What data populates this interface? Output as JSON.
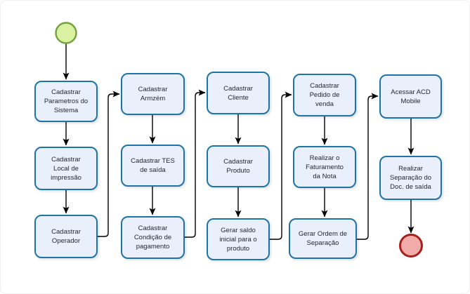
{
  "diagram": {
    "type": "flowchart",
    "start_event": {
      "id": "start",
      "shape": "circle"
    },
    "end_event": {
      "id": "end",
      "shape": "circle"
    },
    "nodes": [
      {
        "id": "n1",
        "label": "Cadastrar\nParametros do\nSistema"
      },
      {
        "id": "n2",
        "label": "Cadastrar\nLocal de\nimpressão"
      },
      {
        "id": "n3",
        "label": "Cadastrar\nOperador"
      },
      {
        "id": "n4",
        "label": "Cadastrar\nArmzém"
      },
      {
        "id": "n5",
        "label": "Cadastrar TES\nde saída"
      },
      {
        "id": "n6",
        "label": "Cadastrar\nCondição de\npagamento"
      },
      {
        "id": "n7",
        "label": "Cadastrar\nCliente"
      },
      {
        "id": "n8",
        "label": "Cadastrar\nProduto"
      },
      {
        "id": "n9",
        "label": "Gerar saldo\ninicial para o\nproduto"
      },
      {
        "id": "n10",
        "label": "Cadastrar\nPedido de\nvenda"
      },
      {
        "id": "n11",
        "label": "Realizar o\nFaturamento\nda Nota"
      },
      {
        "id": "n12",
        "label": "Gerar Ordem de\nSeparação"
      },
      {
        "id": "n13",
        "label": "Acessar ACD\nMobile"
      },
      {
        "id": "n14",
        "label": "Realizar\nSeparação do\nDoc. de saída"
      }
    ],
    "edges": [
      {
        "from": "start",
        "to": "n1"
      },
      {
        "from": "n1",
        "to": "n2"
      },
      {
        "from": "n2",
        "to": "n3"
      },
      {
        "from": "n3",
        "to": "n4"
      },
      {
        "from": "n4",
        "to": "n5"
      },
      {
        "from": "n5",
        "to": "n6"
      },
      {
        "from": "n6",
        "to": "n7"
      },
      {
        "from": "n7",
        "to": "n8"
      },
      {
        "from": "n8",
        "to": "n9"
      },
      {
        "from": "n9",
        "to": "n10"
      },
      {
        "from": "n10",
        "to": "n11"
      },
      {
        "from": "n11",
        "to": "n12"
      },
      {
        "from": "n12",
        "to": "n13"
      },
      {
        "from": "n13",
        "to": "n14"
      },
      {
        "from": "n14",
        "to": "end"
      }
    ],
    "colors": {
      "task_fill": "#eaf0fb",
      "task_border": "#1e73a8",
      "start_fill": "#d9f1a0",
      "start_border": "#72a33e",
      "end_fill": "#f1aca9",
      "end_border": "#a6201d",
      "connector": "#000000",
      "text": "#202833"
    }
  }
}
